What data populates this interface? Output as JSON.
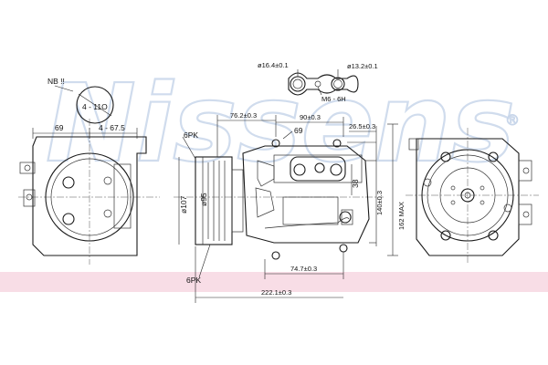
{
  "watermark": {
    "brand": "Nissens",
    "registered_mark": "®"
  },
  "colors": {
    "watermark_band": "#f6d2dd",
    "watermark_text": "#c8d6ea",
    "line": "#1a1a1a"
  },
  "labels": {
    "nb": "NB !!",
    "four_x_110": "4 - 11O",
    "dim_69_left": "69",
    "four_x_67_5": "4 - 67.5",
    "pulley_grooves": "6PK",
    "dim_76_2": "76.2±0.3",
    "dim_90": "90±0.3",
    "dim_69_center": "69",
    "dim_26_5": "26.5±0.3",
    "dia_16_4": "ø16.4±0.1",
    "dia_13_2": "ø13.2±0.1",
    "thread_m6": "M6 - 6H",
    "dia_107": "ø107",
    "dia_95": "ø95",
    "dim_38": "38",
    "dim_140": "140±0.3",
    "dim_162": "162 MAX",
    "dim_74_7": "74.7±0.3",
    "dim_222_1": "222.1±0.3"
  }
}
